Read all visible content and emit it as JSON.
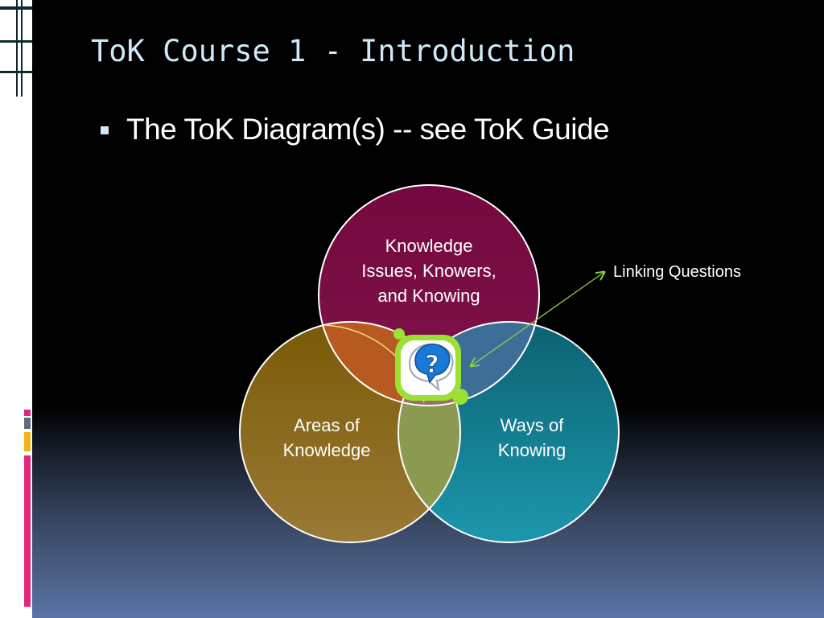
{
  "slide": {
    "title": "ToK Course 1 - Introduction",
    "bullet": "The ToK Diagram(s) -- see ToK Guide"
  },
  "diagram": {
    "top_circle": {
      "lines": [
        "Knowledge",
        "Issues, Knowers,",
        "and Knowing"
      ],
      "color": "#7a0f45"
    },
    "left_circle": {
      "lines": [
        "Areas of",
        "Knowledge"
      ],
      "color": "#8a6512"
    },
    "right_circle": {
      "lines": [
        "Ways of",
        "Knowing"
      ],
      "color": "#137a8c"
    },
    "linking_label": "Linking Questions",
    "center_icon": "question-speech-bubble-icon",
    "arrow_color": "#8fd14a"
  },
  "colors": {
    "title_text": "#cfe9f7",
    "accent_pink": "#e5247a",
    "accent_gold": "#f2b519",
    "accent_slate": "#5a6a80"
  }
}
